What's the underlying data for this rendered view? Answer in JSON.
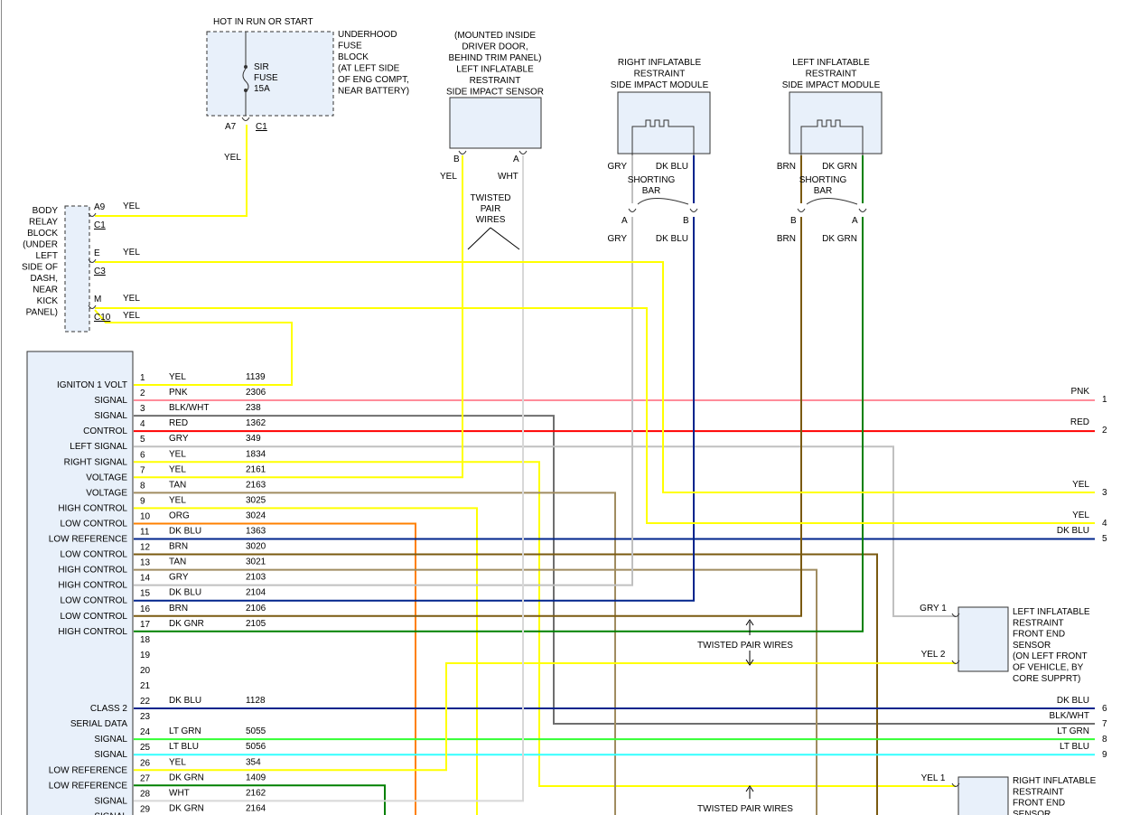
{
  "components": {
    "fuse_block": {
      "header": "HOT IN RUN OR START",
      "fuse_lines": [
        "SIR",
        "FUSE",
        "15A"
      ],
      "location_lines": [
        "UNDERHOOD",
        "FUSE",
        "BLOCK",
        "(AT LEFT SIDE",
        "OF ENG COMPT,",
        "NEAR BATTERY)"
      ],
      "pin_a7": "A7",
      "pin_c1": "C1",
      "wire_color": "YEL"
    },
    "body_relay_block": {
      "lines": [
        "BODY",
        "RELAY",
        "BLOCK",
        "(UNDER",
        "LEFT",
        "SIDE OF",
        "DASH,",
        "NEAR",
        "KICK",
        "PANEL)"
      ],
      "pins": [
        {
          "pin": "A9",
          "conn": "C1",
          "wire": "YEL"
        },
        {
          "pin": "E",
          "conn": "C3",
          "wire": "YEL"
        },
        {
          "pin": "M",
          "conn": "C10",
          "wire": "YEL",
          "wire2": "YEL"
        }
      ]
    },
    "left_door_sensor": {
      "lines": [
        "(MOUNTED INSIDE",
        "DRIVER DOOR,",
        "BEHIND TRIM PANEL)",
        "LEFT INFLATABLE",
        "RESTRAINT",
        "SIDE IMPACT SENSOR"
      ],
      "pin_b": "B",
      "pin_a": "A",
      "wire_b": "YEL",
      "wire_a": "WHT",
      "twisted": [
        "TWISTED",
        "PAIR",
        "WIRES"
      ]
    },
    "right_module": {
      "lines": [
        "RIGHT INFLATABLE",
        "RESTRAINT",
        "SIDE IMPACT MODULE"
      ],
      "wire_left": "GRY",
      "wire_right": "DK BLU",
      "shorting": [
        "SHORTING",
        "BAR"
      ],
      "pin_left": "A",
      "pin_right": "B",
      "wire_left2": "GRY",
      "wire_right2": "DK BLU"
    },
    "left_module": {
      "lines": [
        "LEFT INFLATABLE",
        "RESTRAINT",
        "SIDE IMPACT MODULE"
      ],
      "wire_left": "BRN",
      "wire_right": "DK GRN",
      "shorting": [
        "SHORTING",
        "BAR"
      ],
      "pin_left": "B",
      "pin_right": "A",
      "wire_left2": "BRN",
      "wire_right2": "DK GRN"
    },
    "left_front_sensor": {
      "lines": [
        "LEFT INFLATABLE",
        "RESTRAINT",
        "FRONT END",
        "SENSOR",
        "(ON LEFT FRONT",
        "OF VEHICLE, BY",
        "CORE SUPPRT)"
      ],
      "pin1_wire": "GRY",
      "pin1": "1",
      "pin2_wire": "YEL",
      "pin2": "2"
    },
    "right_front_sensor": {
      "lines": [
        "RIGHT INFLATABLE",
        "RESTRAINT",
        "FRONT END",
        "SENSOR"
      ],
      "pin1_wire": "YEL",
      "pin1": "1"
    }
  },
  "twisted_pair_label": "TWISTED PAIR WIRES",
  "module_rows": [
    {
      "pin": "1",
      "label": "IGNITON 1 VOLT",
      "color": "YEL",
      "circuit": "1139",
      "hex": "#ffff00"
    },
    {
      "pin": "2",
      "label": "SIGNAL",
      "color": "PNK",
      "circuit": "2306",
      "hex": "#ff8c9a"
    },
    {
      "pin": "3",
      "label": "SIGNAL",
      "color": "BLK/WHT",
      "circuit": "238",
      "hex": "#6e6e6e"
    },
    {
      "pin": "4",
      "label": "CONTROL",
      "color": "RED",
      "circuit": "1362",
      "hex": "#ff0000"
    },
    {
      "pin": "5",
      "label": "LEFT SIGNAL",
      "color": "GRY",
      "circuit": "349",
      "hex": "#c0c0c0"
    },
    {
      "pin": "6",
      "label": "RIGHT SIGNAL",
      "color": "YEL",
      "circuit": "1834",
      "hex": "#ffff00"
    },
    {
      "pin": "7",
      "label": "VOLTAGE",
      "color": "YEL",
      "circuit": "2161",
      "hex": "#ffff00"
    },
    {
      "pin": "8",
      "label": "VOLTAGE",
      "color": "TAN",
      "circuit": "2163",
      "hex": "#a08c60"
    },
    {
      "pin": "9",
      "label": "HIGH CONTROL",
      "color": "YEL",
      "circuit": "3025",
      "hex": "#ffff00"
    },
    {
      "pin": "10",
      "label": "LOW CONTROL",
      "color": "ORG",
      "circuit": "3024",
      "hex": "#ff8000"
    },
    {
      "pin": "11",
      "label": "LOW REFERENCE",
      "color": "DK BLU",
      "circuit": "1363",
      "hex": "#00248c"
    },
    {
      "pin": "12",
      "label": "LOW CONTROL",
      "color": "BRN",
      "circuit": "3020",
      "hex": "#7a5a10"
    },
    {
      "pin": "13",
      "label": "HIGH CONTROL",
      "color": "TAN",
      "circuit": "3021",
      "hex": "#a08c60"
    },
    {
      "pin": "14",
      "label": "HIGH CONTROL",
      "color": "GRY",
      "circuit": "2103",
      "hex": "#c0c0c0"
    },
    {
      "pin": "15",
      "label": "LOW CONTROL",
      "color": "DK BLU",
      "circuit": "2104",
      "hex": "#00248c"
    },
    {
      "pin": "16",
      "label": "LOW CONTROL",
      "color": "BRN",
      "circuit": "2106",
      "hex": "#7a5a10"
    },
    {
      "pin": "17",
      "label": "HIGH CONTROL",
      "color": "DK GNR",
      "circuit": "2105",
      "hex": "#008000"
    },
    {
      "pin": "18",
      "label": "",
      "color": "",
      "circuit": "",
      "hex": ""
    },
    {
      "pin": "19",
      "label": "",
      "color": "",
      "circuit": "",
      "hex": ""
    },
    {
      "pin": "20",
      "label": "",
      "color": "",
      "circuit": "",
      "hex": ""
    },
    {
      "pin": "21",
      "label": "",
      "color": "",
      "circuit": "",
      "hex": ""
    },
    {
      "pin": "22",
      "label": "CLASS 2",
      "color": "DK BLU",
      "circuit": "1128",
      "hex": "#00248c"
    },
    {
      "pin": "23",
      "label": "SERIAL DATA",
      "color": "",
      "circuit": "",
      "hex": "#6e6e6e"
    },
    {
      "pin": "24",
      "label": "SIGNAL",
      "color": "LT GRN",
      "circuit": "5055",
      "hex": "#33ff33"
    },
    {
      "pin": "25",
      "label": "SIGNAL",
      "color": "LT BLU",
      "circuit": "5056",
      "hex": "#33ffff"
    },
    {
      "pin": "26",
      "label": "LOW REFERENCE",
      "color": "YEL",
      "circuit": "354",
      "hex": "#ffff00"
    },
    {
      "pin": "27",
      "label": "LOW REFERENCE",
      "color": "DK GRN",
      "circuit": "1409",
      "hex": "#008000"
    },
    {
      "pin": "28",
      "label": "SIGNAL",
      "color": "WHT",
      "circuit": "2162",
      "hex": "#d8d8d8"
    },
    {
      "pin": "29",
      "label": "SIGNAL",
      "color": "DK GRN",
      "circuit": "2164",
      "hex": "#008000"
    }
  ],
  "right_connector": [
    {
      "pin": "1",
      "color": "PNK"
    },
    {
      "pin": "2",
      "color": "RED"
    },
    {
      "pin": "3",
      "color": "YEL"
    },
    {
      "pin": "4",
      "color": "YEL"
    },
    {
      "pin": "5",
      "color": "DK BLU"
    },
    {
      "pin": "6",
      "color": "DK BLU"
    },
    {
      "pin": "7",
      "color": "BLK/WHT"
    },
    {
      "pin": "8",
      "color": "LT GRN"
    },
    {
      "pin": "9",
      "color": "LT BLU"
    }
  ]
}
